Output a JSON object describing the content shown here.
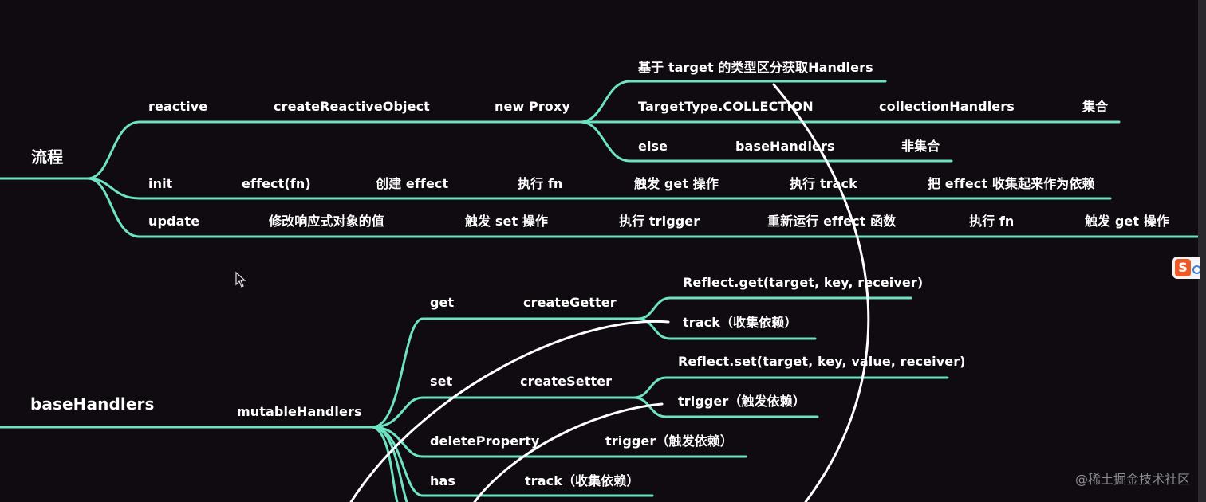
{
  "colors": {
    "background": "#0f0b10",
    "edge": "#6ee3c4",
    "arrow": "#ffffff",
    "text": "#ffffff"
  },
  "watermark": "@稀土掘金技术社区",
  "ime_icon": "sogou-ime-icon",
  "flow": {
    "root": "流程",
    "reactive": {
      "label": "reactive",
      "steps": [
        "createReactiveObject",
        "new Proxy"
      ],
      "branches": {
        "head": "基于 target 的类型区分获取Handlers",
        "collection": [
          "TargetType.COLLECTION",
          "collectionHandlers",
          "集合"
        ],
        "else": [
          "else",
          "baseHandlers",
          "非集合"
        ]
      }
    },
    "init": {
      "label": "init",
      "steps": [
        "effect(fn)",
        "创建 effect",
        "执行 fn",
        "触发 get 操作",
        "执行 track",
        "把 effect 收集起来作为依赖"
      ]
    },
    "update": {
      "label": "update",
      "steps": [
        "修改响应式对象的值",
        "触发 set 操作",
        "执行 trigger",
        "重新运行 effect 函数",
        "执行 fn",
        "触发 get 操作"
      ]
    }
  },
  "base_handlers": {
    "root": "baseHandlers",
    "mutable": "mutableHandlers",
    "get": {
      "label": "get",
      "fn": "createGetter",
      "children": [
        "Reflect.get(target, key, receiver)",
        "track（收集依赖）"
      ]
    },
    "set": {
      "label": "set",
      "fn": "createSetter",
      "children": [
        "Reflect.set(target, key, value, receiver)",
        "trigger（触发依赖）"
      ]
    },
    "deleteProperty": {
      "label": "deleteProperty",
      "target": "trigger（触发依赖）"
    },
    "has": {
      "label": "has",
      "target": "track（收集依赖）"
    }
  }
}
